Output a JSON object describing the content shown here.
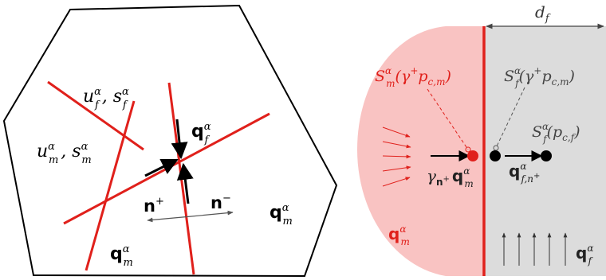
{
  "left_panel": {
    "label_fracture_vars": "u_f^α, s_f^α",
    "label_matrix_vars": "u_m^α, s_m^α",
    "label_qf": "q_f^α",
    "label_qm_right": "q_m^α",
    "label_qm_bottom": "q_m^α",
    "label_n_plus": "n⁺",
    "label_n_minus": "n⁻"
  },
  "right_panel": {
    "label_df": "d_f",
    "label_Sm": "S_m^α(γ⁺p_{c,m})",
    "label_Sf_top": "S_f^α(γ⁺p_{c,m})",
    "label_Sf_right": "S_f^α(p_{c,f})",
    "label_gamma_qm": "γ_{n⁺} q_m^α",
    "label_qf_n": "q_{f,n⁺}^α",
    "label_qm_region": "q_m^α",
    "label_qf_region": "q_f^α"
  },
  "colors": {
    "red": "#e0201b",
    "matrix_fill": "#f9c3c2",
    "fracture_fill": "#dcdcdc",
    "black": "#000000",
    "gray_text": "#444444"
  }
}
